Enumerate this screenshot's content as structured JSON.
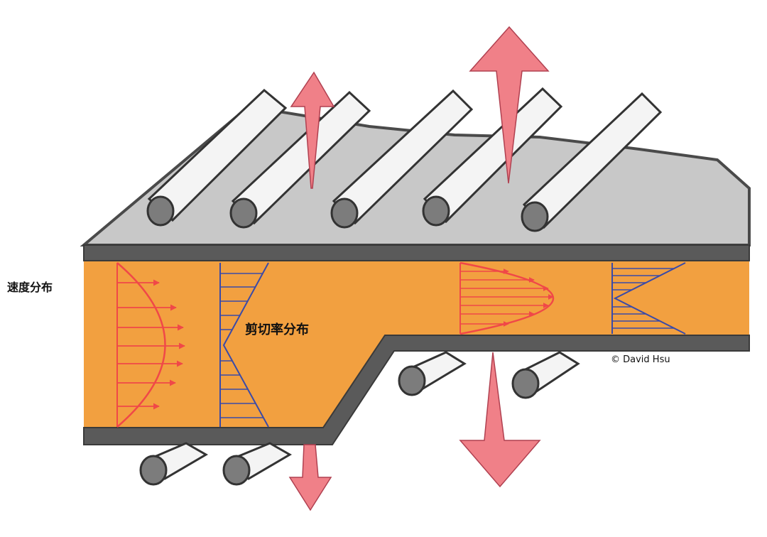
{
  "labels": {
    "velocity_distribution": "速度分布",
    "shear_rate_distribution": "剪切率分布",
    "credit": "© David Hsu"
  },
  "colors": {
    "background": "#ffffff",
    "melt": "#f2a040",
    "plate": "#c8c8c8",
    "plate_edge": "#4a4a4a",
    "rod_body": "#f4f4f4",
    "rod_end": "#7c7c7c",
    "arrow": "#f08088",
    "velocity_profile": "#f04848",
    "shear_profile": "#3a4aa8"
  },
  "icons": {
    "heat_arrow": "double-headed-arrow-icon",
    "cooling_rod": "cylinder-rod-icon"
  }
}
